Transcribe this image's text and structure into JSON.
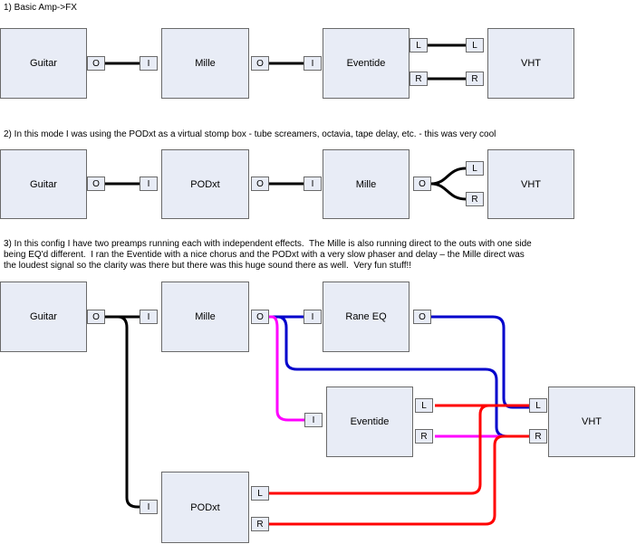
{
  "section1": {
    "caption": "1) Basic Amp->FX",
    "guitar": "Guitar",
    "mille": "Mille",
    "eventide": "Eventide",
    "vht": "VHT",
    "port_o": "O",
    "port_i": "I",
    "port_l": "L",
    "port_r": "R"
  },
  "section2": {
    "caption": "2) In this mode I was using the PODxt as a virtual stomp box - tube screamers, octavia, tape delay, etc. - this was very cool",
    "guitar": "Guitar",
    "podxt": "PODxt",
    "mille": "Mille",
    "vht": "VHT",
    "port_o": "O",
    "port_i": "I",
    "port_l": "L",
    "port_r": "R"
  },
  "section3": {
    "caption": "3) In this config I have two preamps running each with independent effects.  The Mille is also running direct to the outs with one side\nbeing EQ'd different.  I ran the Eventide with a nice chorus and the PODxt with a very slow phaser and delay – the Mille direct was\nthe loudest signal so the clarity was there but there was this huge sound there as well.  Very fun stuff!!",
    "guitar": "Guitar",
    "mille": "Mille",
    "rane": "Rane EQ",
    "eventide": "Eventide",
    "vht": "VHT",
    "podxt": "PODxt",
    "port_o": "O",
    "port_i": "I",
    "port_l": "L",
    "port_r": "R"
  },
  "colors": {
    "black_wire": "#000000",
    "blue_wire": "#0000cc",
    "magenta_wire": "#ff00ff",
    "red_wire": "#ff0000",
    "box_fill": "#e8ecf6"
  }
}
